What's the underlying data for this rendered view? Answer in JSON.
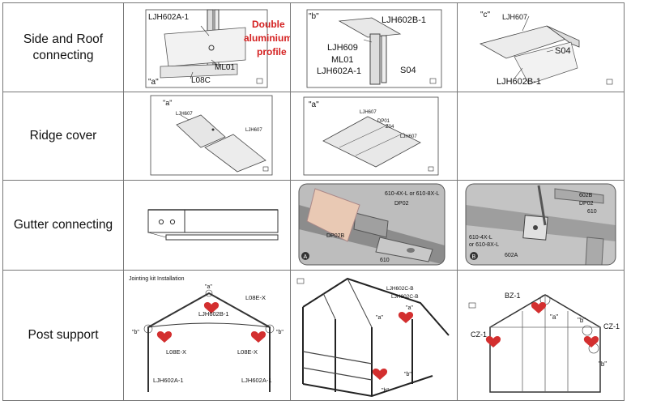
{
  "rows": [
    {
      "label": "Side and Roof connecting",
      "cells": [
        {
          "tag": "\"a\"",
          "callouts": [
            "LJH602A-1",
            "ML01",
            "L08C"
          ],
          "annotation": "Double aluminium profile"
        },
        {
          "tag": "\"b\"",
          "callouts": [
            "LJH602B-1",
            "LJH609",
            "ML01",
            "LJH602A-1",
            "S04"
          ]
        },
        {
          "tag": "\"c\"",
          "callouts": [
            "LJH607",
            "S04",
            "LJH602B-1"
          ]
        }
      ]
    },
    {
      "label": "Ridge cover",
      "cells": [
        {
          "tag": "\"a\"",
          "callouts": [
            "LJH607",
            "LJH607"
          ]
        },
        {
          "tag": "\"a\"",
          "callouts": [
            "LJH607",
            "DP01",
            "Z04",
            "LJH607"
          ]
        },
        {}
      ]
    },
    {
      "label": "Gutter connecting",
      "cells": [
        {},
        {
          "callouts": [
            "610-4X-L or 610-8X-L",
            "DP02",
            "DP02B",
            "610"
          ],
          "badge": "A"
        },
        {
          "callouts": [
            "602B",
            "DP02",
            "610",
            "610-4X-L",
            "or 610-8X-L",
            "602A"
          ],
          "badge": "B"
        }
      ]
    },
    {
      "label": "Post support",
      "cells": [
        {
          "title": "Jointing kit Installation",
          "callouts": [
            "\"a\"",
            "L08E-X",
            "LJH602B-1",
            "\"b\"",
            "\"b\"",
            "L08E-X",
            "L08E-X",
            "LJH602A-1",
            "LJH602A-1"
          ]
        },
        {
          "callouts": [
            "LJH602C-B",
            "LJH602C-B",
            "\"a\"",
            "\"a\"",
            "\"b\"",
            "\"b\""
          ]
        },
        {
          "callouts": [
            "BZ-1",
            "\"a\"",
            "\"b\"",
            "CZ-1",
            "CZ-1",
            "\"b\""
          ]
        }
      ]
    }
  ],
  "colors": {
    "annotation": "#d42020",
    "heart": "#d32f2f",
    "line": "#333333",
    "panel": "#8c8c8c"
  }
}
